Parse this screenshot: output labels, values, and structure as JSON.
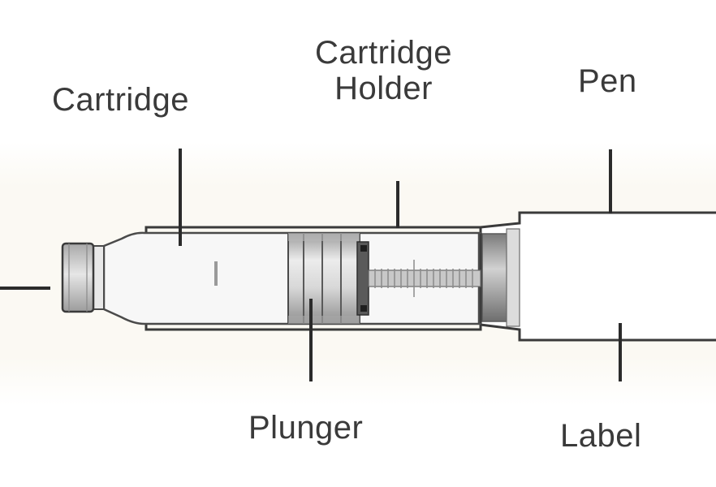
{
  "labels": {
    "cartridge": "Cartridge",
    "cartridge_holder_line1": "Cartridge",
    "cartridge_holder_line2": "Holder",
    "pen": "Pen",
    "plunger": "Plunger",
    "label": "Label"
  },
  "colors": {
    "outline": "#3a3a3a",
    "leader_line": "#2b2b2b",
    "glass": "#f7f7f7",
    "metal_light": "#e2e2e2",
    "metal_mid": "#bdbdbd",
    "metal_dark": "#8e8e8e",
    "background_band": "#fbf9f3"
  }
}
